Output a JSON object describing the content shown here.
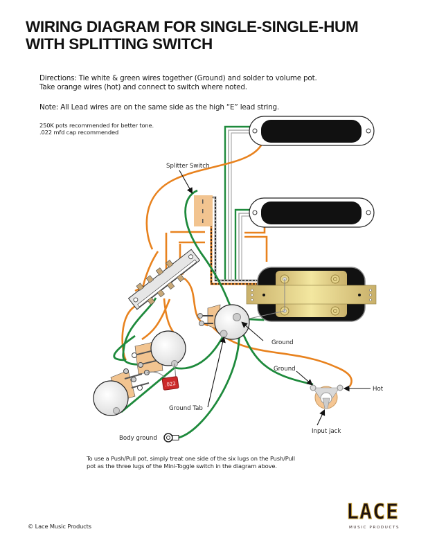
{
  "header": {
    "title_line1": "WIRING DIAGRAM FOR SINGLE-SINGLE-HUM",
    "title_line2": "WITH SPLITTING SWITCH"
  },
  "instructions": {
    "directions_line1": "Directions: Tie white & green wires together (Ground) and solder to volume pot.",
    "directions_line2": "Take orange wires (hot) and connect to switch where noted.",
    "note": "Note: All Lead wires are on the same side as the high “E” lead string.",
    "pots_tip": "250K pots recommended for better tone.",
    "cap_tip": ".022 mfd  cap recommended"
  },
  "diagram": {
    "labels": {
      "splitter_switch": "Splitter Switch",
      "ground_volume": "Ground",
      "ground_jack": "Ground",
      "hot": "Hot",
      "ground_tab": "Ground Tab",
      "input_jack": "Input jack",
      "body_ground": "Body ground",
      "capacitor_value": ".022"
    },
    "wire_colors": {
      "hot": "#e8821e",
      "ground": "#1e8a3c",
      "white": "#9a9a9a",
      "black": "#111111"
    },
    "components": [
      "neck-single-coil",
      "middle-single-coil",
      "bridge-humbucker",
      "5-way-selector",
      "splitter-switch",
      "volume-pot",
      "tone-pot-1",
      "tone-pot-2",
      "capacitor",
      "input-jack",
      "body-ground-lug"
    ]
  },
  "footer": {
    "push_pull_line1": "To use a Push/Pull pot, simply treat one side of the six lugs on the Push/Pull",
    "push_pull_line2": "pot as the three lugs of the Mini-Toggle switch in the diagram above.",
    "copyright": "© Lace Music Products",
    "logo_text": "LACE",
    "logo_subtext": "MUSIC PRODUCTS"
  }
}
